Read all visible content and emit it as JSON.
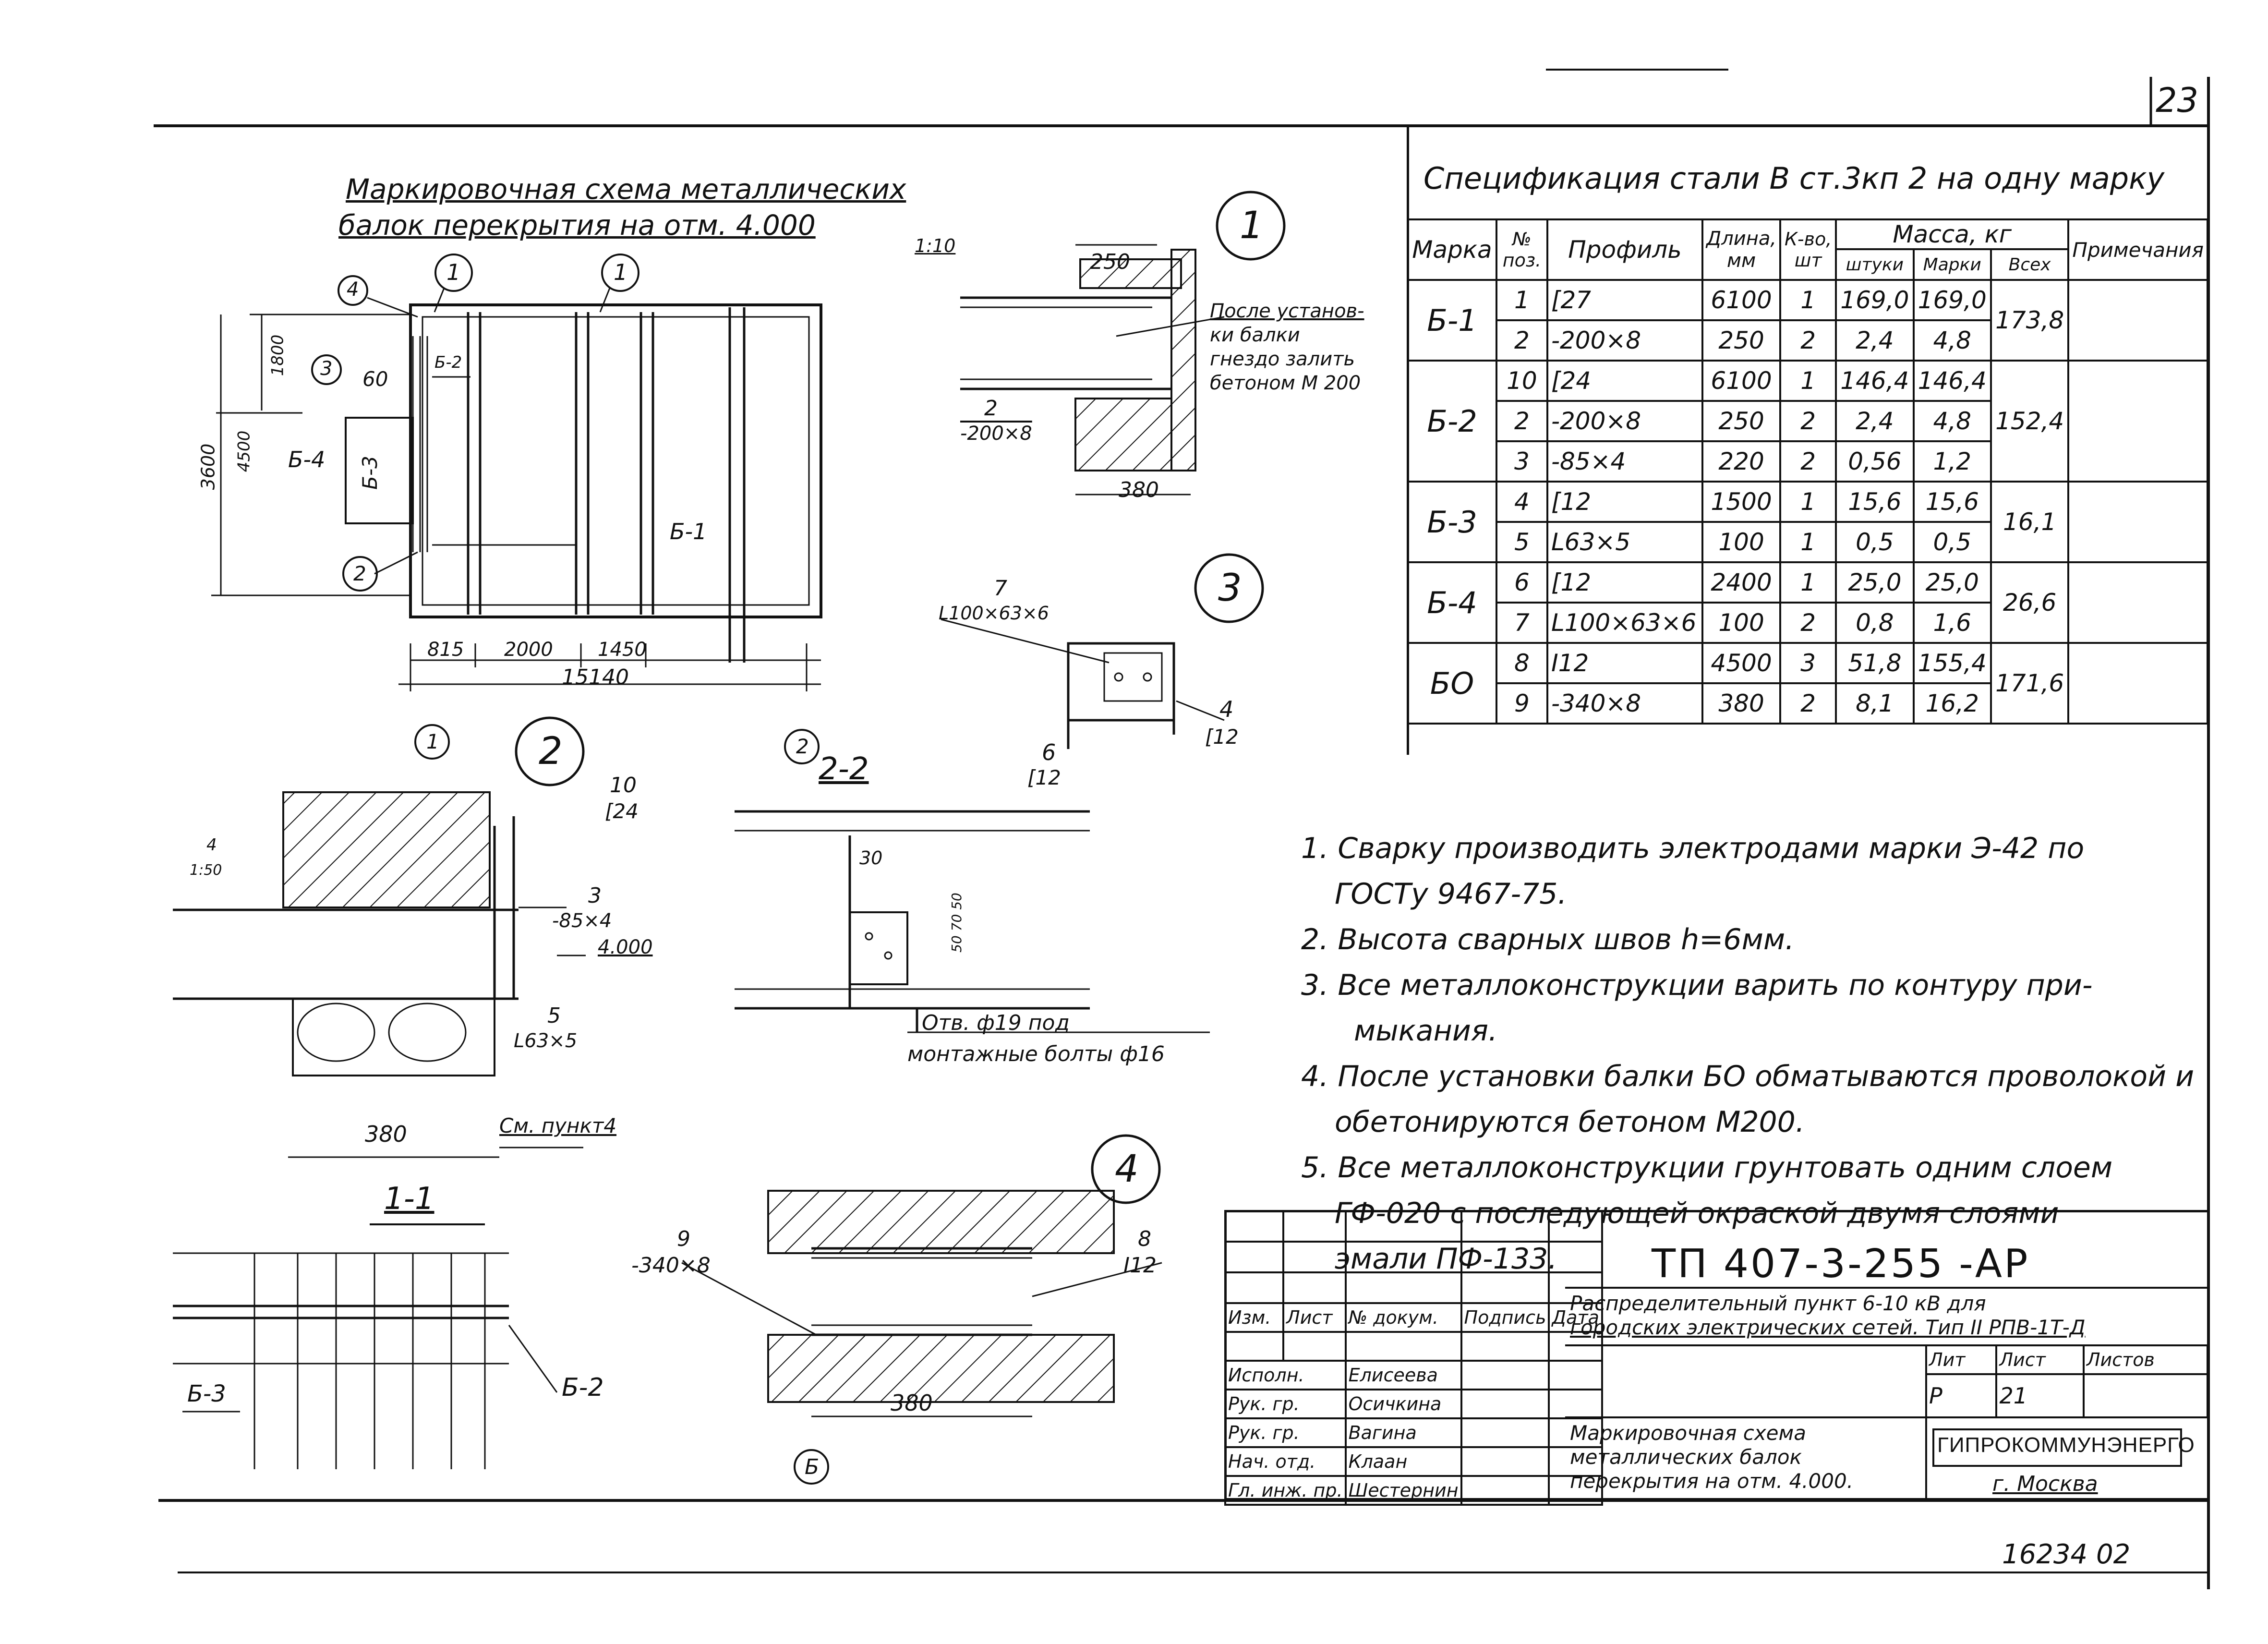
{
  "sheet": {
    "number": "23",
    "footer_code": "16234 02"
  },
  "plan": {
    "title_line1": "Маркировочная схема металлических",
    "title_line2": "балок перекрытия на отм. 4.000",
    "dims": {
      "d815": "815",
      "d2000": "2000",
      "d1450": "1450",
      "d15140": "15140",
      "d3600": "3600",
      "d4500": "4500",
      "d1800": "1800",
      "d60": "60"
    },
    "marks": {
      "b1": "Б-1",
      "b2": "Б-2",
      "b3": "Б-3",
      "b4": "Б-4",
      "c1a": "1",
      "c1b": "1",
      "c2": "2",
      "c3": "3",
      "c4": "4"
    }
  },
  "node1": {
    "num": "1",
    "scale": "1:10",
    "dim250": "250",
    "dim380": "380",
    "pos": "2",
    "profile": "-200×8",
    "note": [
      "После установ-",
      "ки балки",
      "гнездо залить",
      "бетоном М 200"
    ]
  },
  "node3": {
    "num": "3",
    "pos7": "7",
    "prof7": "L100×63×6",
    "pos6": "6",
    "prof6": "[12",
    "pos4": "4",
    "prof4": "[12"
  },
  "node2": {
    "num": "2",
    "c1": "1",
    "pos10": "10",
    "prof10": "[24",
    "pos3": "3",
    "prof3": "-85×4",
    "level": "4.000",
    "pos5": "5",
    "prof5": "L63×5",
    "dim380": "380",
    "ref": "См. пункт4",
    "left1": "4",
    "left2": "1:50"
  },
  "section22": {
    "c2": "2",
    "title": "2-2",
    "dim30": "30",
    "dim50": "50 70 50",
    "hole1": "Отв. ф19 под",
    "hole2": "монтажные болты ф16"
  },
  "section11": {
    "title": "1-1",
    "b3": "Б-3",
    "b2": "Б-2"
  },
  "node4": {
    "num": "4",
    "pos9": "9",
    "prof9": "-340×8",
    "pos8": "8",
    "prof8": "I12",
    "dim380": "380",
    "mark": "Б"
  },
  "spec": {
    "title": "Спецификация стали В ст.3кп 2 на одну марку",
    "headers": {
      "marka": "Марка",
      "pos": "№ поз.",
      "profile": "Профиль",
      "length": "Длина, мм",
      "qty": "К-во, шт",
      "mass": "Масса, кг",
      "unit": "штуки",
      "per_mark": "Марки",
      "total": "Всех",
      "note": "Примечания"
    },
    "groups": [
      {
        "mark": "Б-1",
        "total": "173,8",
        "rows": [
          {
            "pos": "1",
            "profile": "[27",
            "length": "6100",
            "qty": "1",
            "unit": "169,0",
            "mark": "169,0"
          },
          {
            "pos": "2",
            "profile": "-200×8",
            "length": "250",
            "qty": "2",
            "unit": "2,4",
            "mark": "4,8"
          }
        ]
      },
      {
        "mark": "Б-2",
        "total": "152,4",
        "rows": [
          {
            "pos": "10",
            "profile": "[24",
            "length": "6100",
            "qty": "1",
            "unit": "146,4",
            "mark": "146,4"
          },
          {
            "pos": "2",
            "profile": "-200×8",
            "length": "250",
            "qty": "2",
            "unit": "2,4",
            "mark": "4,8"
          },
          {
            "pos": "3",
            "profile": "-85×4",
            "length": "220",
            "qty": "2",
            "unit": "0,56",
            "mark": "1,2"
          }
        ]
      },
      {
        "mark": "Б-3",
        "total": "16,1",
        "rows": [
          {
            "pos": "4",
            "profile": "[12",
            "length": "1500",
            "qty": "1",
            "unit": "15,6",
            "mark": "15,6"
          },
          {
            "pos": "5",
            "profile": "L63×5",
            "length": "100",
            "qty": "1",
            "unit": "0,5",
            "mark": "0,5"
          }
        ]
      },
      {
        "mark": "Б-4",
        "total": "26,6",
        "rows": [
          {
            "pos": "6",
            "profile": "[12",
            "length": "2400",
            "qty": "1",
            "unit": "25,0",
            "mark": "25,0"
          },
          {
            "pos": "7",
            "profile": "L100×63×6",
            "length": "100",
            "qty": "2",
            "unit": "0,8",
            "mark": "1,6"
          }
        ]
      },
      {
        "mark": "БО",
        "total": "171,6",
        "rows": [
          {
            "pos": "8",
            "profile": "I12",
            "length": "4500",
            "qty": "3",
            "unit": "51,8",
            "mark": "155,4"
          },
          {
            "pos": "9",
            "profile": "-340×8",
            "length": "380",
            "qty": "2",
            "unit": "8,1",
            "mark": "16,2"
          }
        ]
      }
    ]
  },
  "notes": [
    "1. Сварку производить электродами марки Э-42 по",
    "ГОСТу 9467-75.",
    "2. Высота сварных швов h=6мм.",
    "3. Все металлоконструкции варить по контуру при-",
    "мыкания.",
    "4. После установки балки БО обматываются проволокой и",
    "обетонируются бетоном М200.",
    "5. Все металлоконструкции грунтовать одним слоем",
    "ГФ-020 с последующей окраской двумя слоями",
    "эмали ПФ-133."
  ],
  "stamp": {
    "code": "ТП 407-3-255  -АР",
    "project1": "Распределительный пункт 6-10 кВ для",
    "project2": "городских электрических сетей. Тип II РПВ-1Т-Д",
    "cols": [
      "Изм.",
      "Лист",
      "№ докум.",
      "Подпись",
      "Дата"
    ],
    "roles": [
      {
        "role": "Исполн.",
        "name": "Елисеева"
      },
      {
        "role": "Рук. гр.",
        "name": "Осичкина"
      },
      {
        "role": "Рук. гр.",
        "name": "Вагина"
      },
      {
        "role": "Нач. отд.",
        "name": "Клаан"
      },
      {
        "role": "Гл. инж. пр.",
        "name": "Шестернин"
      }
    ],
    "stage_h": "Лит",
    "sheet_h": "Лист",
    "sheets_h": "Листов",
    "stage": "Р",
    "sheet": "21",
    "drawing1": "Маркировочная схема",
    "drawing2": "металлических балок",
    "drawing3": "перекрытия на отм. 4.000.",
    "org": "ГИПРОКОММУНЭНЕРГО",
    "city": "г. Москва"
  }
}
